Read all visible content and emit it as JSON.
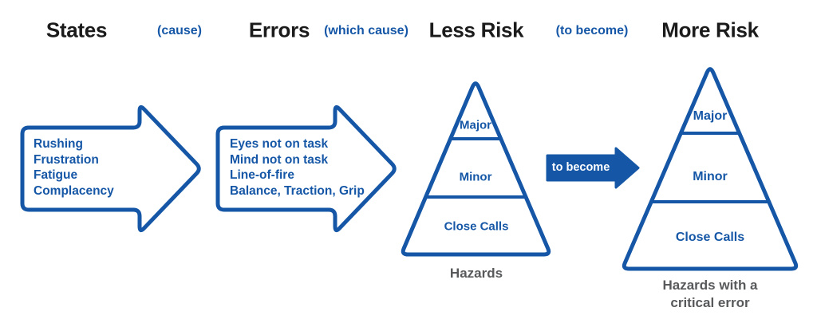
{
  "colors": {
    "brand_blue": "#1557A6",
    "caption_gray": "#58595B",
    "heading_black": "#1B1B1B",
    "background": "#FFFFFF"
  },
  "header": {
    "states": "States",
    "cause": "(cause)",
    "errors": "Errors",
    "which_cause": "(which cause)",
    "less_risk": "Less Risk",
    "to_become": "(to become)",
    "more_risk": "More Risk"
  },
  "states_arrow": {
    "lines": [
      "Rushing",
      "Frustration",
      "Fatigue",
      "Complacency"
    ]
  },
  "errors_arrow": {
    "lines": [
      "Eyes not on task",
      "Mind not on task",
      "Line-of-fire",
      "Balance, Traction, Grip"
    ]
  },
  "less_risk_pyramid": {
    "levels": [
      "Major",
      "Minor",
      "Close Calls"
    ],
    "caption": "Hazards"
  },
  "more_risk_pyramid": {
    "levels": [
      "Major",
      "Minor",
      "Close Calls"
    ],
    "caption_line1": "Hazards with a",
    "caption_line2": "critical error"
  },
  "transition_arrow": {
    "label": "to become"
  }
}
